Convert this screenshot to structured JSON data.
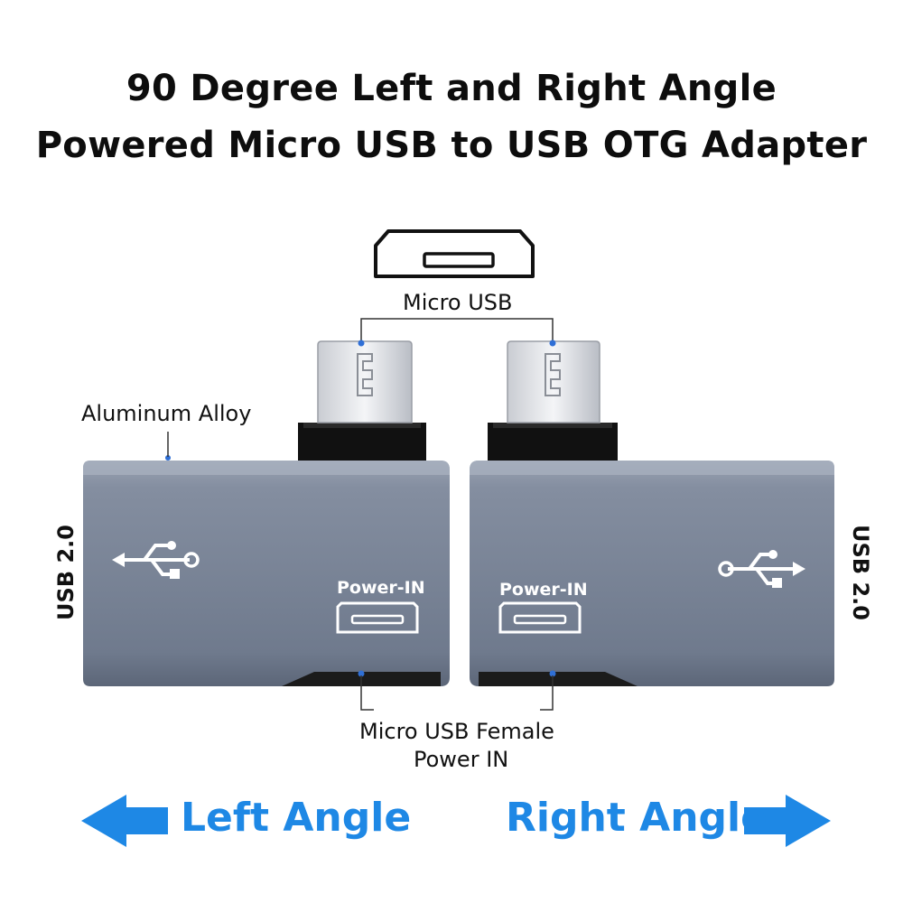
{
  "title": {
    "line1": "90 Degree Left and Right Angle",
    "line2": "Powered Micro USB to USB OTG Adapter"
  },
  "labels": {
    "micro_usb": "Micro USB",
    "aluminum_alloy": "Aluminum Alloy",
    "usb_left": "USB 2.0",
    "usb_right": "USB 2.0",
    "power_in_left": "Power-IN",
    "power_in_right": "Power-IN",
    "female_line1": "Micro USB Female",
    "female_line2": "Power IN"
  },
  "arrows": {
    "left": "Left Angle",
    "right": "Right Angle"
  },
  "colors": {
    "arrow_blue": "#1e88e5",
    "body_gray": "#7a8496",
    "dot_blue": "#2f6fd6"
  },
  "icons": [
    "usb-icon",
    "micro-usb-port-icon",
    "left-arrow-icon",
    "right-arrow-icon"
  ]
}
